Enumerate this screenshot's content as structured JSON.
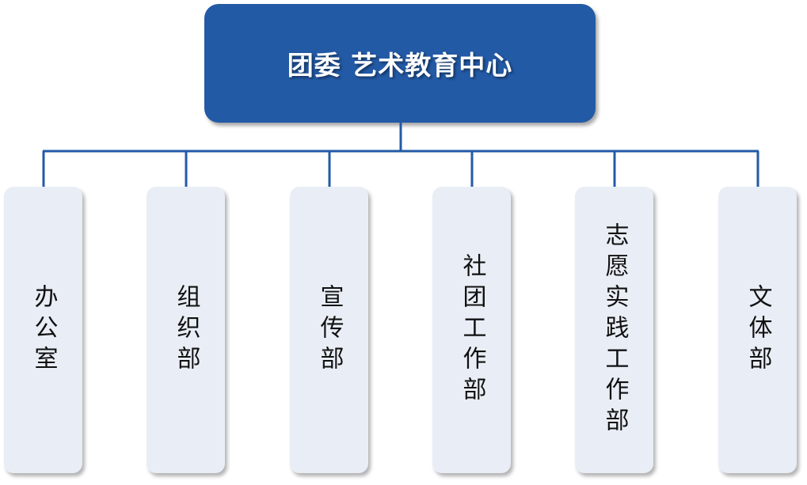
{
  "root": {
    "title": "团委 艺术教育中心",
    "color": "#235aa6"
  },
  "connector_color": "#235aa6",
  "child_color": "#e9eef6",
  "departments": [
    {
      "label": "办公室"
    },
    {
      "label": "组织部"
    },
    {
      "label": "宣传部"
    },
    {
      "label": "社团工作部"
    },
    {
      "label": "志愿实践工作部"
    },
    {
      "label": "文体部"
    }
  ]
}
